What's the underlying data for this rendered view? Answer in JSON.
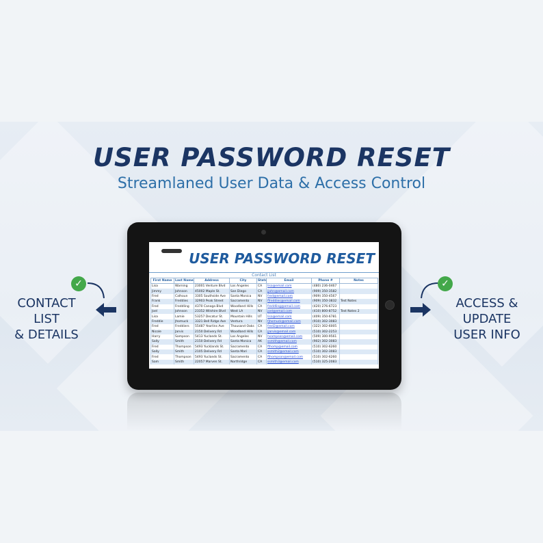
{
  "header": {
    "title": "USER PASSWORD RESET",
    "subtitle": "Streamlaned User Data & Access Control"
  },
  "left_callout": {
    "line1": "CONTACT LIST",
    "line2": "& DETAILS",
    "icon": "check-circle-icon"
  },
  "right_callout": {
    "line1": "ACCESS & UPDATE",
    "line2": "USER INFO",
    "icon": "check-circle-icon"
  },
  "colors": {
    "navy": "#1b3563",
    "blue": "#2d6fa8",
    "green": "#43a84a"
  },
  "sheet": {
    "title": "USER PASSWORD RESET",
    "caption": "Contact List",
    "columns": [
      "First Name",
      "Last Name",
      "Address",
      "City",
      "State",
      "Email",
      "Phone #",
      "Notes"
    ],
    "rows": [
      [
        "Lisa",
        "Warning",
        "23001 Venture Blvd",
        "Los Angeles",
        "CA",
        "lisa@email.com",
        "(480) 236-0467",
        ""
      ],
      [
        "Jimmy",
        "Johnson",
        "45002 Maple St.",
        "San Diego",
        "CA",
        "jjohn@email.com",
        "(909) 350-3582",
        ""
      ],
      [
        "Fred",
        "Calhoun",
        "3305 Southside Ave",
        "Santa Monica",
        "NV",
        "fred@email.com",
        "(909) 350-4567",
        ""
      ],
      [
        "Frank",
        "Freddies",
        "32903 Peak Street",
        "Sacramento",
        "NV",
        "ffreddies@email.com",
        "(909) 350-3832",
        "Test Notes"
      ],
      [
        "Fred",
        "Freddling",
        "4370 Canoga Blvd",
        "Woodland Hills",
        "CA",
        "freddling@email.com",
        "(420) 276-6723",
        ""
      ],
      [
        "Joel",
        "Johnson",
        "23352 Wilshire Blvd",
        "West LA",
        "NV",
        "joel@email.com",
        "(410) 800-8752",
        "Test Notes 2"
      ],
      [
        "Lisa",
        "Lamie",
        "53257 Decatur St.",
        "Mountain Hills",
        "UT",
        "lisa@email.com",
        "(409) 350-6781",
        ""
      ],
      [
        "Freddie",
        "Jhomuck",
        "3321 Bell Ridge Ave",
        "Ventura",
        "NV",
        "fjhomuck@email.com",
        "(910) 302-3083",
        ""
      ],
      [
        "Fred",
        "Freddiers",
        "55487 Yearlins Ave",
        "Thousand Oaks",
        "CA",
        "fred2@email.com",
        "(322) 302-6005",
        ""
      ],
      [
        "Nicole",
        "Jarvis",
        "2150 Delivery Rd",
        "Woodland Hills",
        "CA",
        "jjarvis@email.com",
        "(510) 302-2253",
        ""
      ],
      [
        "Harry",
        "Sampson",
        "5413 Yuclands St.",
        "Los Angeles",
        "NV",
        "hsampson@email.com",
        "(509) 300-9561",
        ""
      ],
      [
        "Sally",
        "Smith",
        "2150 Delivery Rd",
        "Santa Monica",
        "AK",
        "ssmith@email.com",
        "(902) 302-3083",
        ""
      ],
      [
        "Fred",
        "Thompson",
        "5493 Yucklands St.",
        "Sacramento",
        "CA",
        "fthomp@email.com",
        "(510) 302-6260",
        ""
      ],
      [
        "Sally",
        "Smith",
        "2105 Delivery Rd",
        "Santa Mari",
        "CA",
        "ssmith2@email.com",
        "(510) 302-3083",
        ""
      ],
      [
        "Fred",
        "Thompson",
        "5493 Yuclands St.",
        "Sacramento",
        "CA",
        "fthompson@email.com",
        "(510) 302-6260",
        ""
      ],
      [
        "Sam",
        "Smith",
        "22057 Marven St.",
        "Northridge",
        "CA",
        "ssmith3@email.com",
        "(510) 325-2083",
        ""
      ]
    ]
  }
}
